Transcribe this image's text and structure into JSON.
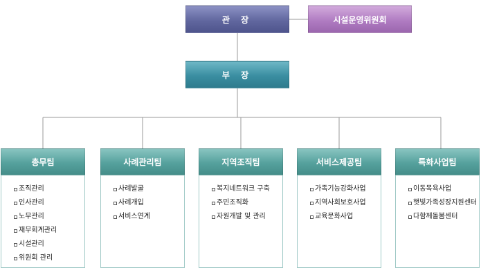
{
  "org": {
    "director": "관 장",
    "committee": "시설운영위원회",
    "deputy": "부 장"
  },
  "teams": [
    {
      "name": "총무팀",
      "tasks": [
        "조직관리",
        "인사관리",
        "노무관리",
        "재무회계관리",
        "시설관리",
        "위원회 관리"
      ]
    },
    {
      "name": "사례관리팀",
      "tasks": [
        "사례발굴",
        "사례개입",
        "서비스연계"
      ]
    },
    {
      "name": "지역조직팀",
      "tasks": [
        "복지네트워크 구축",
        "주민조직화",
        "자원개발 및 관리"
      ]
    },
    {
      "name": "서비스제공팀",
      "tasks": [
        "가족기능강화사업",
        "지역사회보호사업",
        "교육문화사업"
      ]
    },
    {
      "name": "특화사업팀",
      "tasks": [
        "이동목욕사업",
        "햇빛가족성장지원센터",
        "다함께돌봄센터"
      ]
    }
  ]
}
